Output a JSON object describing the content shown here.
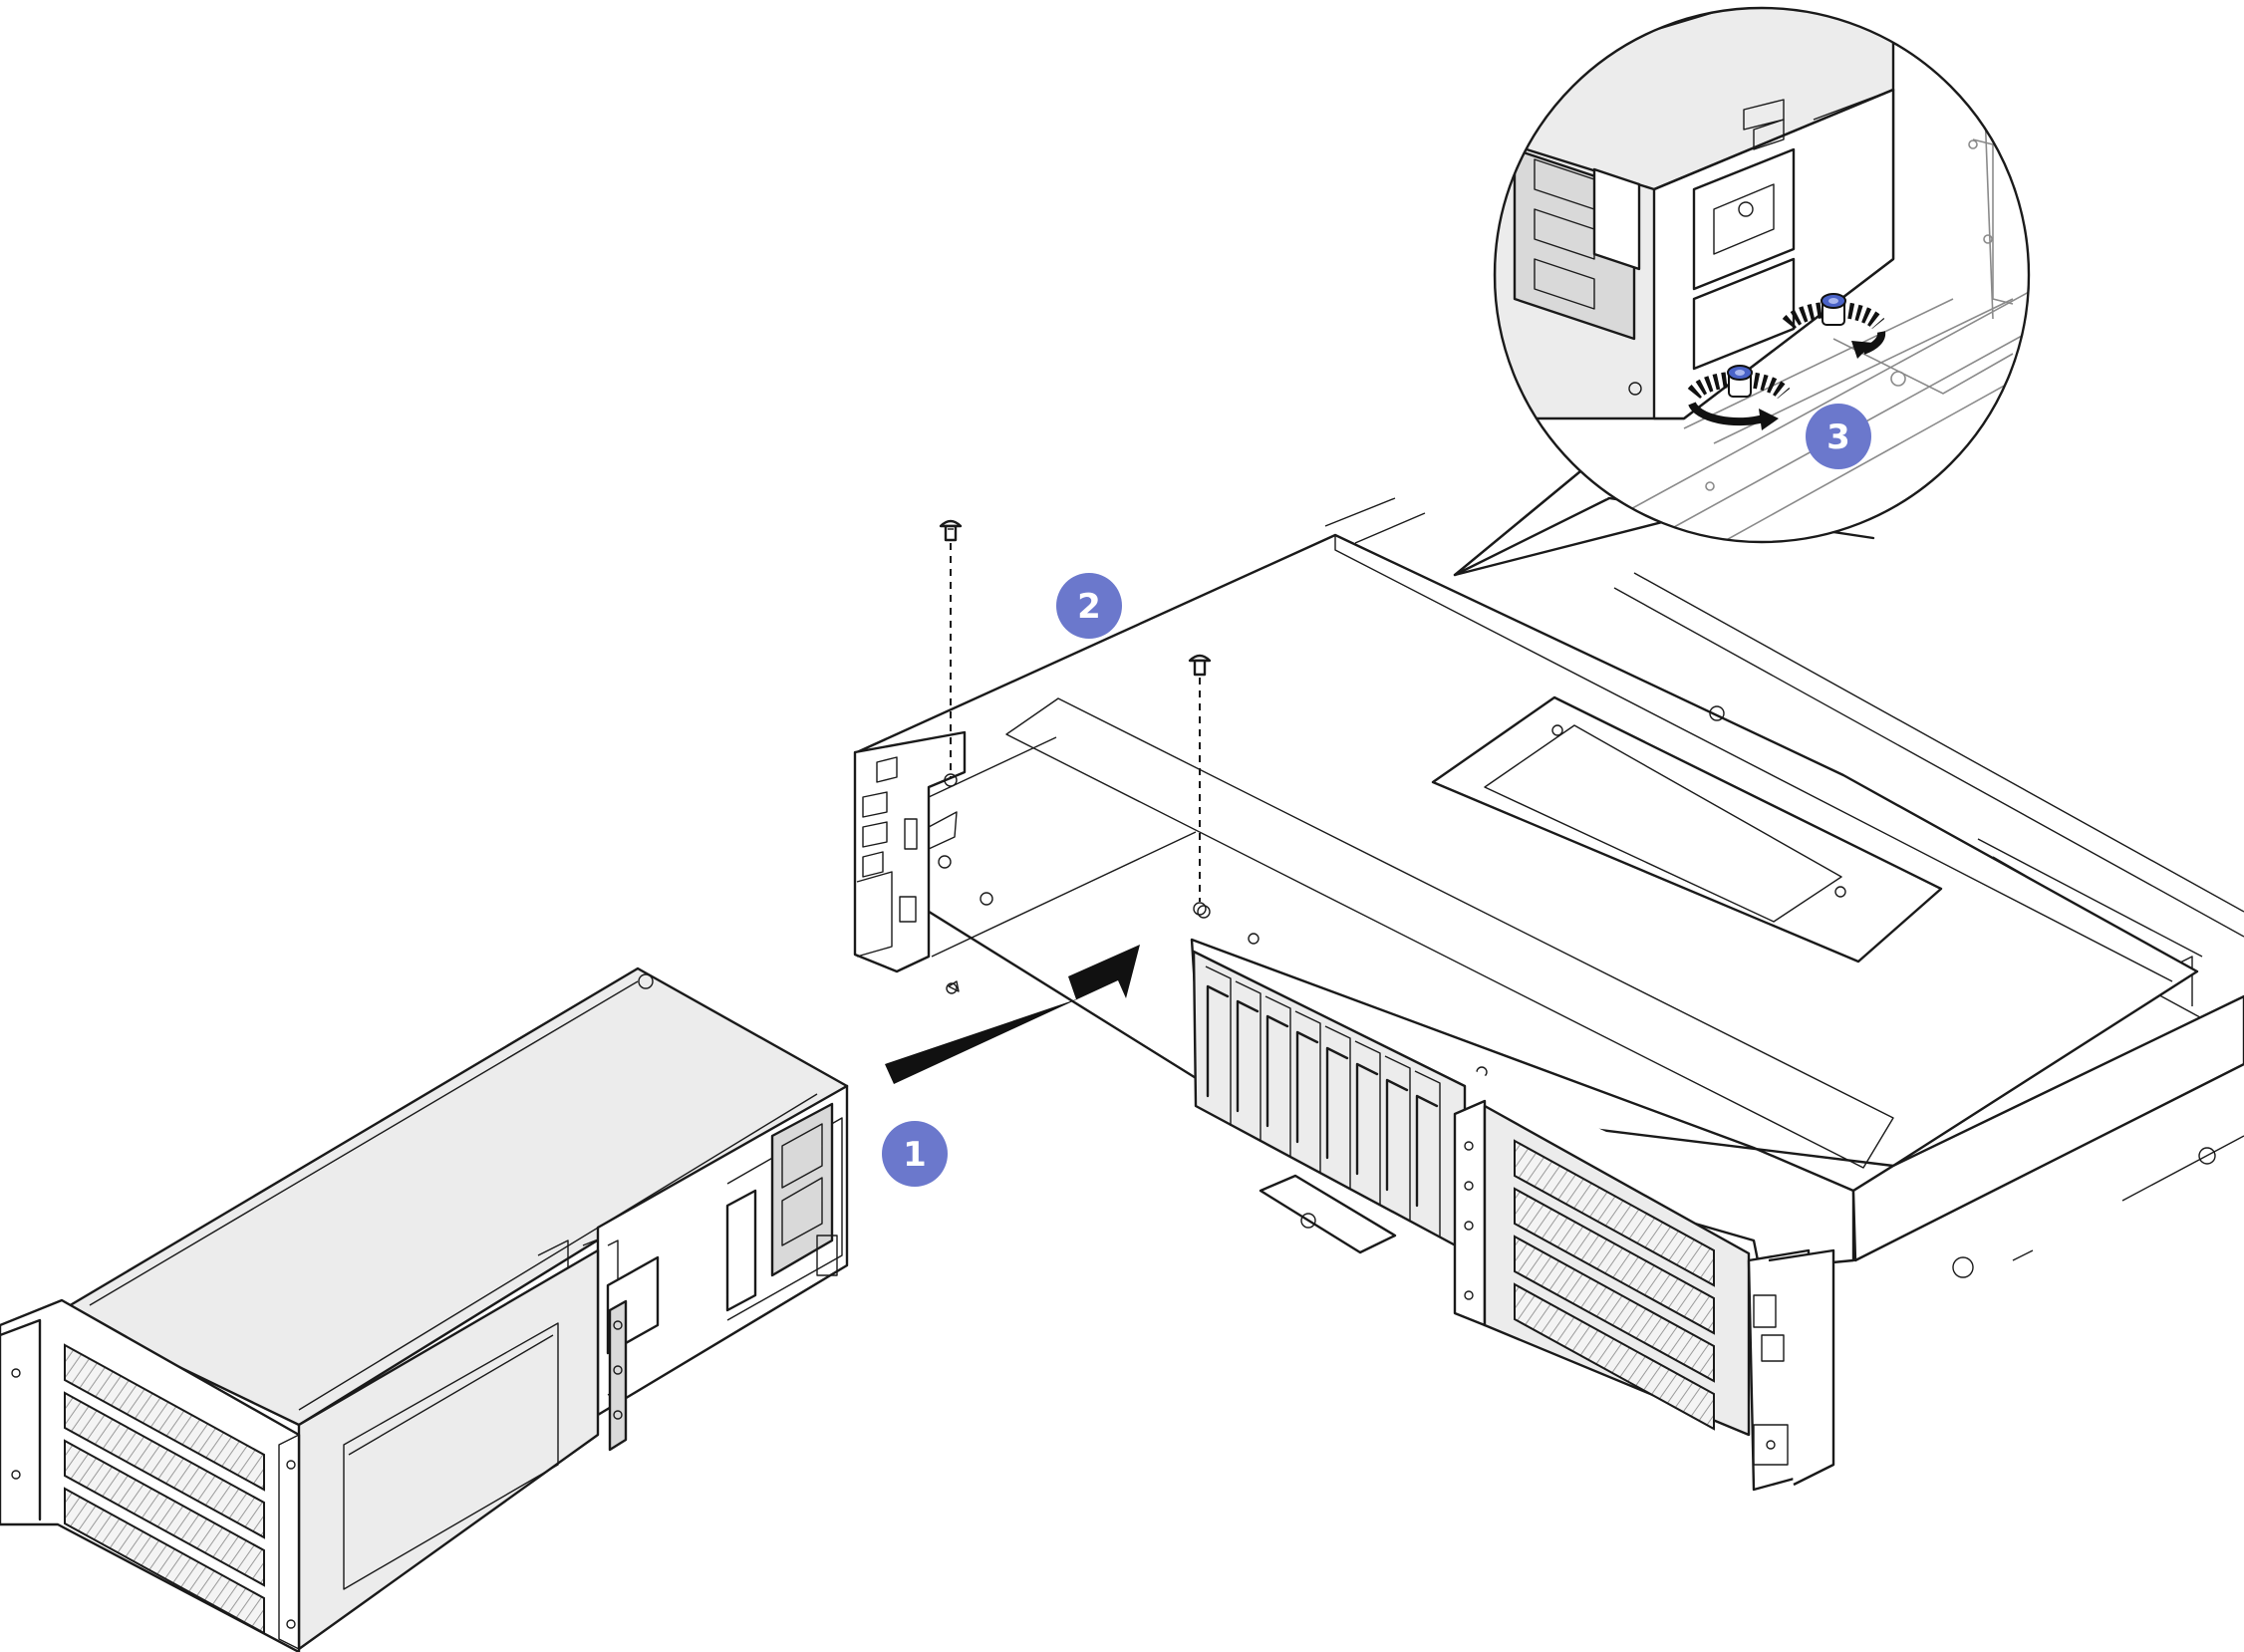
{
  "callouts": [
    {
      "id": "step-1",
      "label": "1"
    },
    {
      "id": "step-2",
      "label": "2"
    },
    {
      "id": "step-3",
      "label": "3"
    }
  ],
  "colors": {
    "callout_fill": "#6b78cc",
    "callout_text": "#ffffff",
    "line": "#1a1a1a",
    "panel_gray": "#ececec",
    "screw_blue": "#4a63c8"
  },
  "icons": {
    "arrow": "insert-direction-arrow",
    "rotation": "screw-tighten-rotation-icon"
  }
}
